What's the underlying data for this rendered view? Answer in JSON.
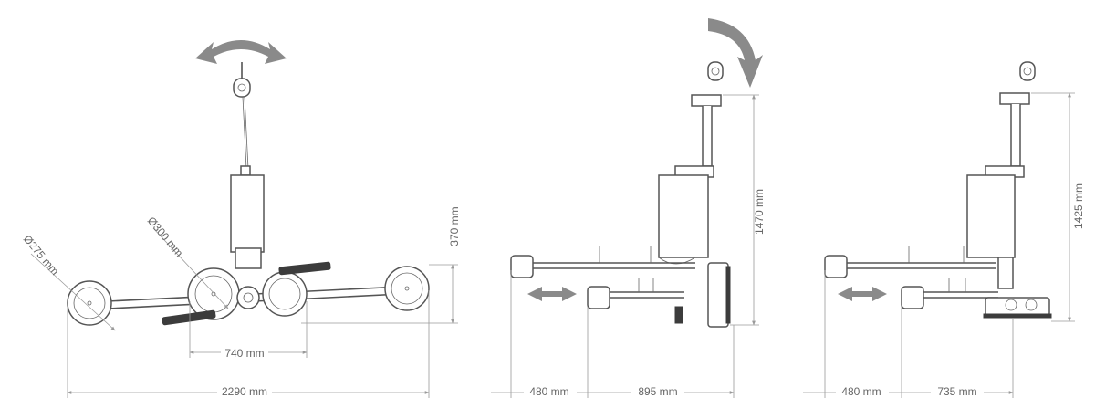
{
  "views": {
    "front": {
      "width_total": "2290 mm",
      "pad_spacing": "740 mm",
      "height": "370 mm",
      "pad_large": "Ø300 mm",
      "pad_small": "Ø275 mm"
    },
    "side_tilt": {
      "height": "1470 mm",
      "offset_left": "480 mm",
      "offset_right": "895 mm"
    },
    "side_flat": {
      "height": "1425 mm",
      "offset_left": "480 mm",
      "offset_right": "735 mm"
    }
  },
  "colors": {
    "line": "#555555",
    "dimension": "#9a9a9a",
    "arrow": "#8a8a8a"
  }
}
